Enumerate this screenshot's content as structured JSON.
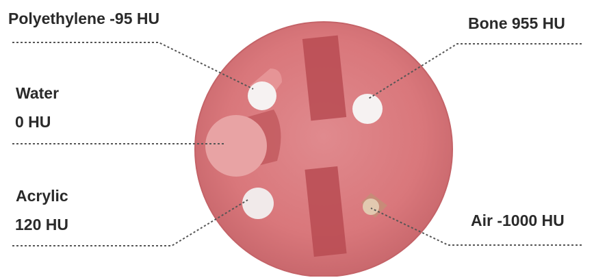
{
  "labels": {
    "polyethylene": "Polyethylene -95 HU",
    "bone": "Bone 955 HU",
    "water_name": "Water",
    "water_value": "0 HU",
    "acrylic_name": "Acrylic",
    "acrylic_value": "120 HU",
    "air": "Air -1000 HU"
  },
  "colors": {
    "phantom": "#d9777b",
    "phantom_edge": "#c9686d",
    "slot": "#b94b52",
    "water_insert": "#e8a3a4",
    "insert_white": "#f6f2f2",
    "leader": "#555555",
    "text": "#2a2a2a"
  }
}
